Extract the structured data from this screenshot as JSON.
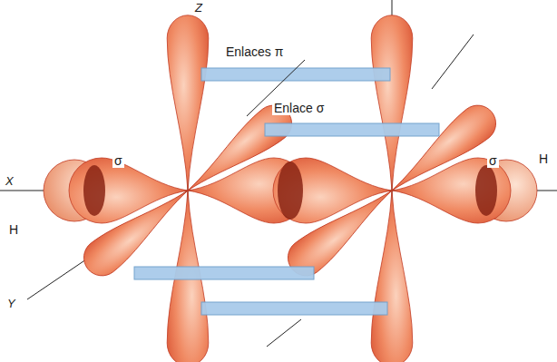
{
  "diagram": {
    "labels": [
      "Z",
      "Enlaces π",
      "Enlace σ",
      "σ",
      "σ",
      "X",
      "H",
      "H",
      "Y"
    ]
  }
}
